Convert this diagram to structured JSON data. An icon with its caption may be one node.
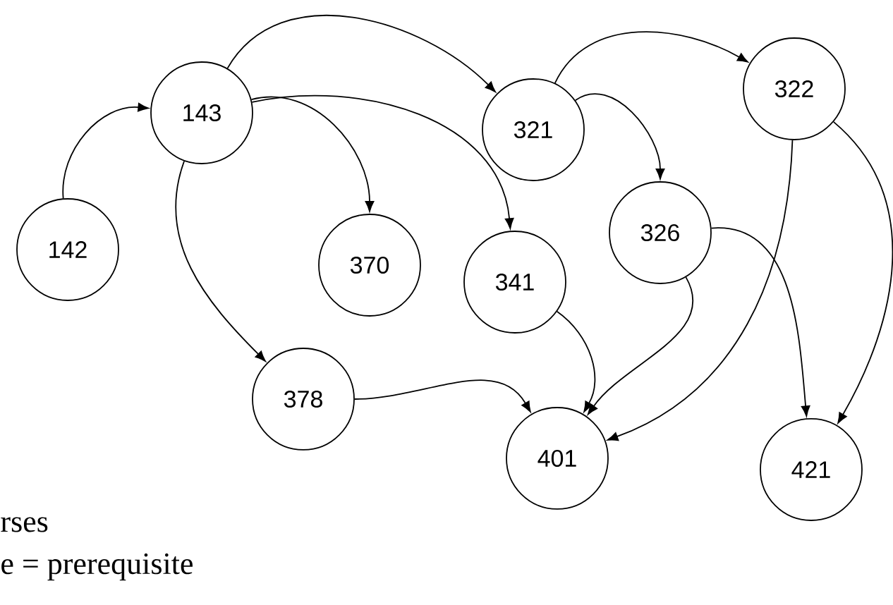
{
  "diagram": {
    "nodes": [
      {
        "text": [
          "142"
        ]
      },
      {
        "text": [
          "143"
        ]
      },
      {
        "text": [
          "370"
        ]
      },
      {
        "text": [
          "341"
        ]
      },
      {
        "text": [
          "321"
        ]
      },
      {
        "text": [
          "326"
        ]
      },
      {
        "text": [
          "322"
        ]
      },
      {
        "text": [
          "378"
        ]
      },
      {
        "text": [
          "401"
        ]
      },
      {
        "text": [
          "421"
        ]
      }
    ],
    "edges": [
      {
        "from": 0,
        "to": 1,
        "arrow": "to"
      },
      {
        "from": 1,
        "to": 4,
        "arrow": "to"
      },
      {
        "from": 1,
        "to": 2,
        "arrow": "to"
      },
      {
        "from": 1,
        "to": 3,
        "arrow": "to"
      },
      {
        "from": 1,
        "to": 7,
        "arrow": "to"
      },
      {
        "from": 4,
        "to": 6,
        "arrow": "to"
      },
      {
        "from": 4,
        "to": 5,
        "arrow": "to"
      },
      {
        "from": 7,
        "to": 8,
        "arrow": "to"
      },
      {
        "from": 3,
        "to": 8,
        "arrow": "to"
      },
      {
        "from": 5,
        "to": 8,
        "arrow": "to"
      },
      {
        "from": 6,
        "to": 8,
        "arrow": "to"
      },
      {
        "from": 5,
        "to": 9,
        "arrow": "to"
      },
      {
        "from": 6,
        "to": 9,
        "arrow": "to"
      }
    ],
    "labels": [
      "rses",
      "e = prerequisite"
    ]
  }
}
